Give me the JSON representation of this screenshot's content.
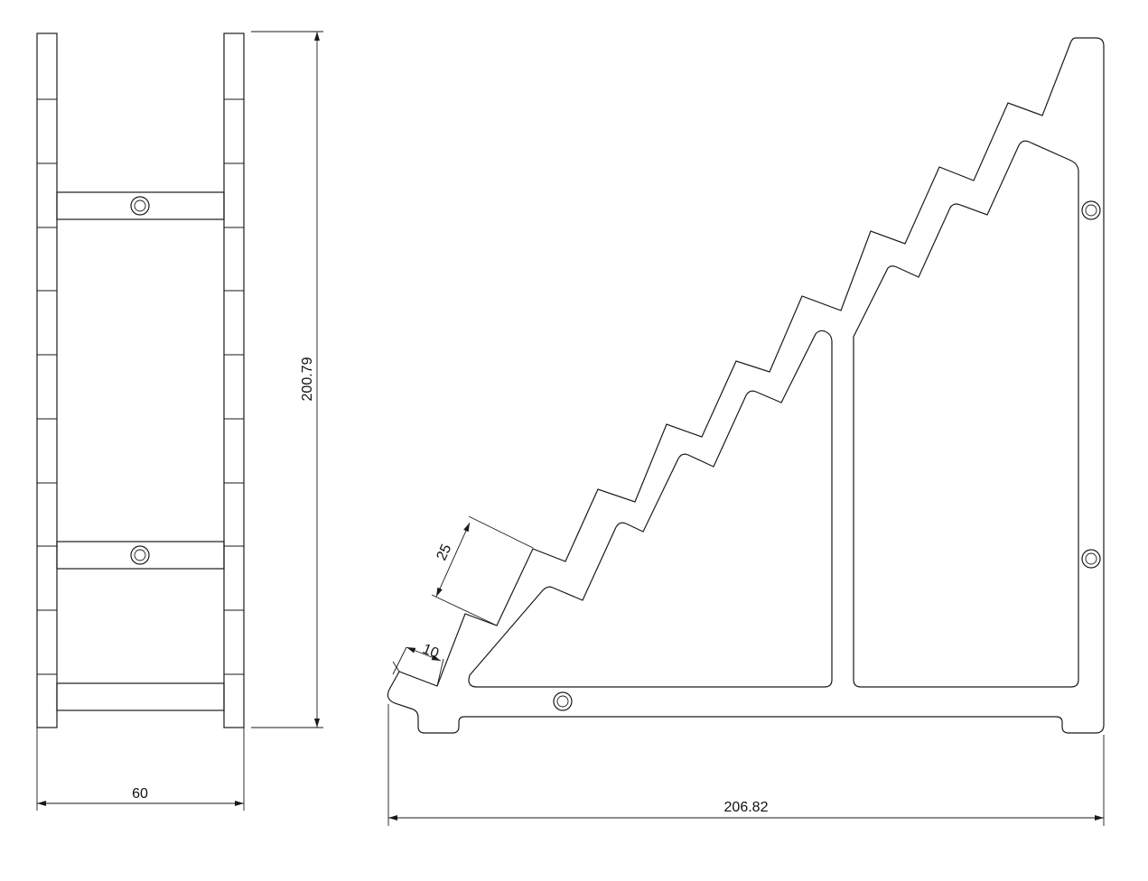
{
  "drawing": {
    "line_color": "#1a1a1a",
    "background": "#ffffff",
    "dimensions": {
      "side_view_width": "60",
      "side_view_height": "200.79",
      "front_view_width": "206.82",
      "step_height": "25",
      "step_depth": "10"
    }
  }
}
